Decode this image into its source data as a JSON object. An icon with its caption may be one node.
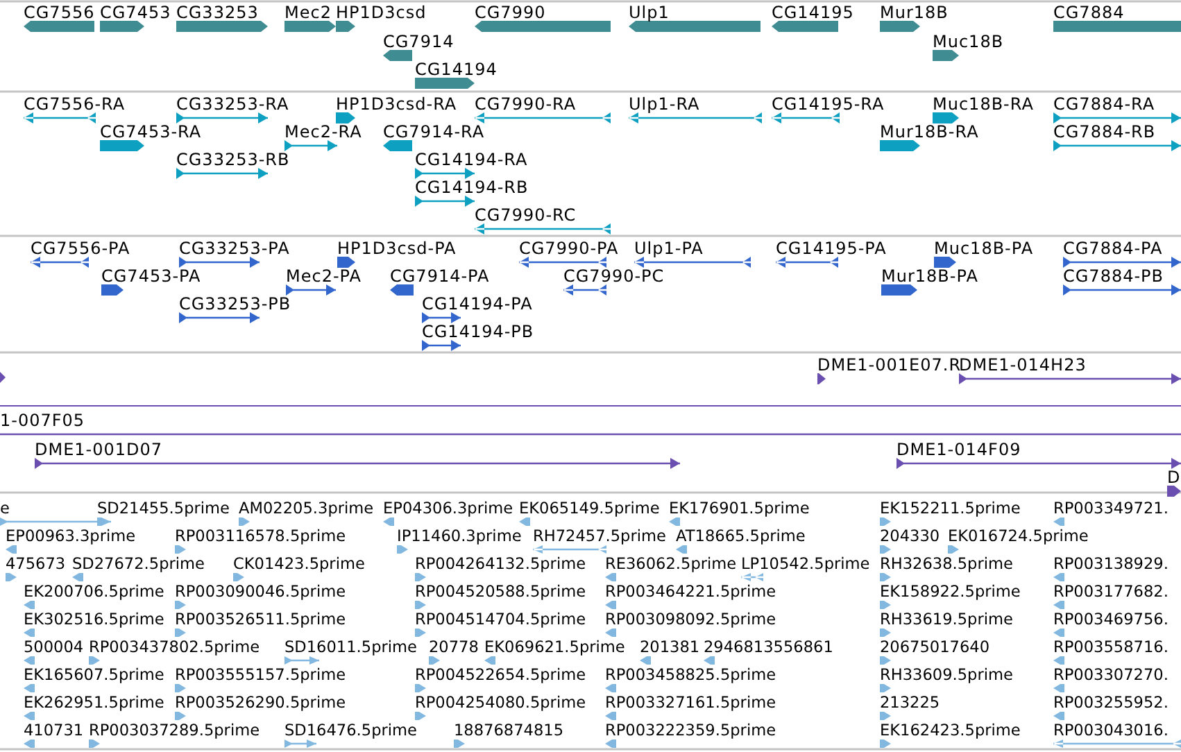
{
  "diagram": {
    "labels": [
      "CG7556",
      "CG7453",
      "CG33253",
      "Mec2",
      "HP1D3csd",
      "CG7990",
      "Ulp1",
      "CG14195",
      "Mur18B",
      "CG7884",
      "CG7914",
      "Muc18B",
      "CG14194",
      "CG7556-RA",
      "CG33253-RA",
      "HP1D3csd-RA",
      "CG7990-RA",
      "Ulp1-RA",
      "CG14195-RA",
      "Muc18B-RA",
      "CG7884-RA",
      "CG7453-RA",
      "Mec2-RA",
      "CG7914-RA",
      "Mur18B-RA",
      "CG7884-RB",
      "CG33253-RB",
      "CG14194-RA",
      "CG14194-RB",
      "CG7990-RC",
      "CG7556-PA",
      "CG33253-PA",
      "HP1D3csd-PA",
      "CG7990-PA",
      "Ulp1-PA",
      "CG14195-PA",
      "Muc18B-PA",
      "CG7884-PA",
      "CG7453-PA",
      "Mec2-PA",
      "CG7914-PA",
      "CG7990-PC",
      "Mur18B-PA",
      "CG7884-PB",
      "CG33253-PB",
      "CG14194-PA",
      "CG14194-PB",
      "DME1-001E07.R",
      "DME1-014H23",
      "1-007F05",
      "DME1-001D07",
      "DME1-014F09",
      "D",
      "e",
      "SD21455.5prime",
      "AM02205.3prime",
      "EP04306.3prime",
      "EK065149.5prime",
      "EK176901.5prime",
      "EK152211.5prime",
      "RP003349721.",
      "EP00963.3prime",
      "RP003116578.5prime",
      "IP11460.3prime",
      "RH72457.5prime",
      "AT18665.5prime",
      "204330",
      "EK016724.5prime",
      "475673",
      "SD27672.5prime",
      "CK01423.5prime",
      "RP004264132.5prime",
      "RE36062.5prime",
      "LP10542.5prime",
      "RH32638.5prime",
      "RP003138929.",
      "EK200706.5prime",
      "RP003090046.5prime",
      "RP004520588.5prime",
      "RP003464221.5prime",
      "EK158922.5prime",
      "RP003177682.",
      "EK302516.5prime",
      "RP003526511.5prime",
      "RP004514704.5prime",
      "RP003098092.5prime",
      "RH33619.5prime",
      "RP003469756.",
      "500004",
      "RP003437802.5prime",
      "SD16011.5prime",
      "20778",
      "EK069621.5prime",
      "201381",
      "2946813556861",
      "20675017640",
      "RP003558716.",
      "EK165607.5prime",
      "RP003555157.5prime",
      "RP004522654.5prime",
      "RP003458825.5prime",
      "RH33609.5prime",
      "RP003307270.",
      "EK262951.5prime",
      "RP003526290.5prime",
      "RP004254080.5prime",
      "RP003327161.5prime",
      "213225",
      "RP003255952.",
      "410731",
      "RP003037289.5prime",
      "SD16476.5prime",
      "18876874815",
      "RP003222359.5prime",
      "EK162423.5prime",
      "RP003043016."
    ]
  }
}
